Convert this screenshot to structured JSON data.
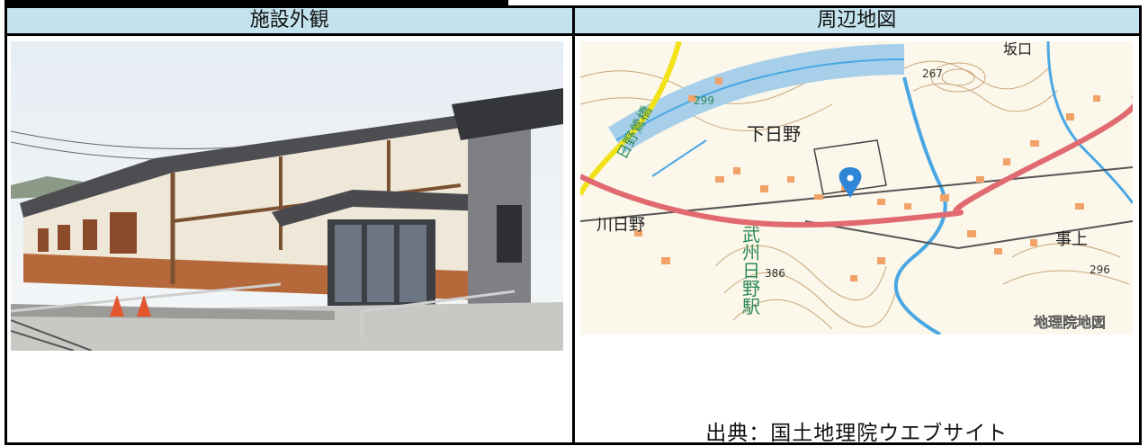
{
  "table": {
    "headers": {
      "facility": "施設外観",
      "map": "周辺地図"
    },
    "credit": "出典：国土地理院ウエブサイト"
  },
  "map": {
    "labels": {
      "shimohino": "下日野",
      "bridge": "日野鶯橋",
      "station_1": "武",
      "station_2": "州",
      "station_3": "日",
      "station_4": "野",
      "station_5": "駅",
      "hino": "川日野",
      "kotoue": "事上",
      "sakaguchi": "坂口",
      "elev_267": "267",
      "elev_386": "386",
      "elev_296": "296",
      "road_num": "299",
      "watermark": "地理院地図"
    }
  },
  "colors": {
    "header_bg": "#c3e4ee",
    "map_bg": "#fbf7ea",
    "river": "#4aa7e3",
    "main_road": "#e06a6f",
    "yellow_road": "#f2e21a",
    "contour": "#c9a57a",
    "building": "#f0a268",
    "marker": "#2f86d6",
    "label_green": "#2f8a57"
  }
}
